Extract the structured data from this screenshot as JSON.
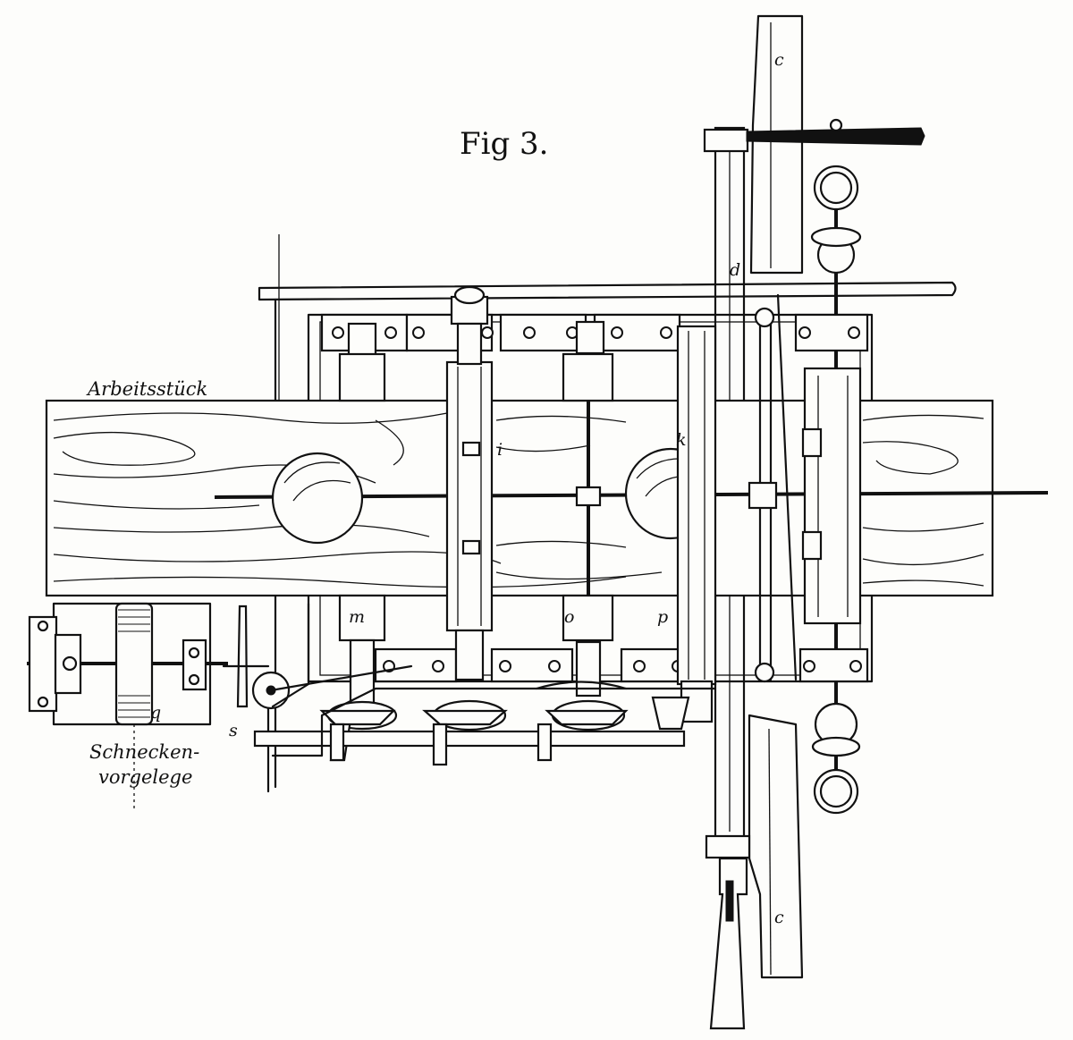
{
  "figure": {
    "title": "Fig 3."
  },
  "labels": {
    "workpiece": "Arbeitsstück",
    "worm_gear_line1": "Schnecken-",
    "worm_gear_line2": "vorgelege",
    "c_top": "c",
    "c_bottom": "c",
    "d": "d",
    "i": "i",
    "k": "k",
    "m": "m",
    "o": "o",
    "p": "p",
    "q": "q",
    "s": "s"
  }
}
